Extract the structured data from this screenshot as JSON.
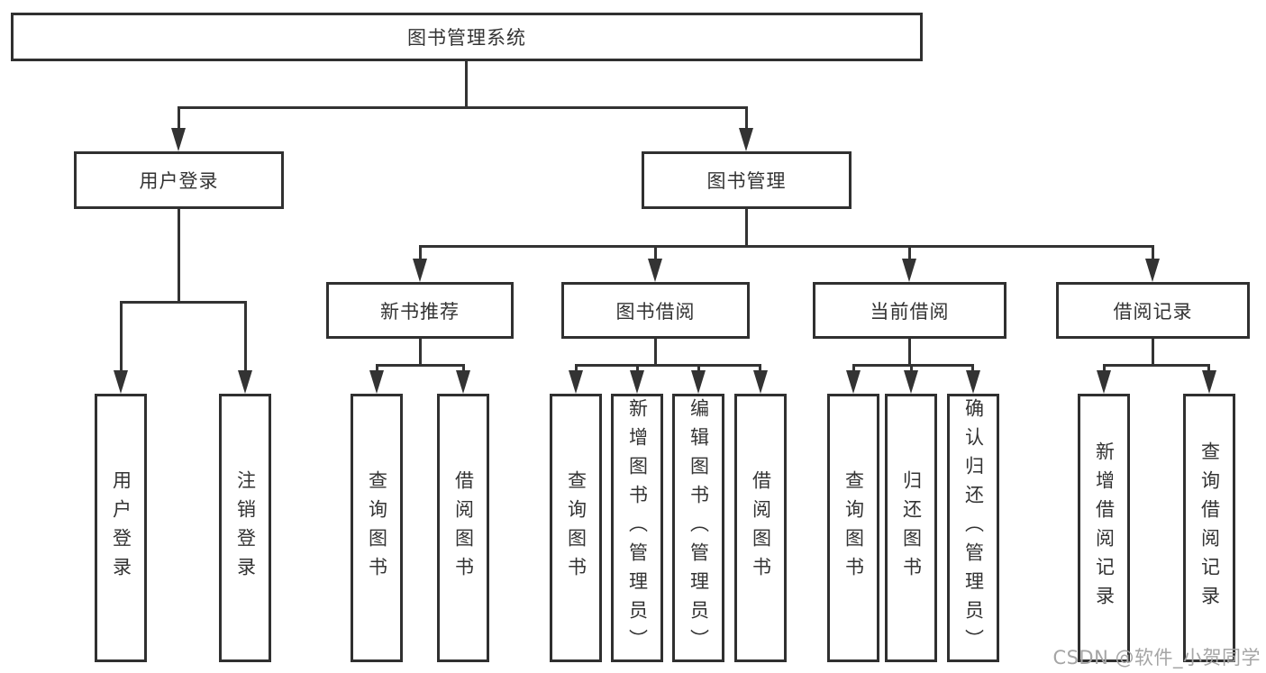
{
  "page": {
    "watermark": "CSDN @软件_小贺同学"
  },
  "colors": {
    "line": "#333333",
    "text": "#333333",
    "box_border": "#303030",
    "background": "#ffffff",
    "watermark": "#a5a5a5"
  },
  "diagram": {
    "root": {
      "label": "图书管理系统"
    },
    "level2": [
      {
        "label": "用户登录",
        "parent": "图书管理系统"
      },
      {
        "label": "图书管理",
        "parent": "图书管理系统"
      }
    ],
    "level3": [
      {
        "label": "新书推荐",
        "parent": "图书管理"
      },
      {
        "label": "图书借阅",
        "parent": "图书管理"
      },
      {
        "label": "当前借阅",
        "parent": "图书管理"
      },
      {
        "label": "借阅记录",
        "parent": "图书管理"
      }
    ],
    "leaves": [
      {
        "label": "用户登录",
        "parent": "用户登录"
      },
      {
        "label": "注销登录",
        "parent": "用户登录"
      },
      {
        "label": "查询图书",
        "parent": "新书推荐"
      },
      {
        "label": "借阅图书",
        "parent": "新书推荐"
      },
      {
        "label": "查询图书",
        "parent": "图书借阅"
      },
      {
        "label": "新增图书（管理员）",
        "parent": "图书借阅"
      },
      {
        "label": "编辑图书（管理员）",
        "parent": "图书借阅"
      },
      {
        "label": "借阅图书",
        "parent": "图书借阅"
      },
      {
        "label": "查询图书",
        "parent": "当前借阅"
      },
      {
        "label": "归还图书",
        "parent": "当前借阅"
      },
      {
        "label": "确认归还（管理员）",
        "parent": "当前借阅"
      },
      {
        "label": "新增借阅记录",
        "parent": "借阅记录"
      },
      {
        "label": "查询借阅记录",
        "parent": "借阅记录"
      }
    ]
  }
}
